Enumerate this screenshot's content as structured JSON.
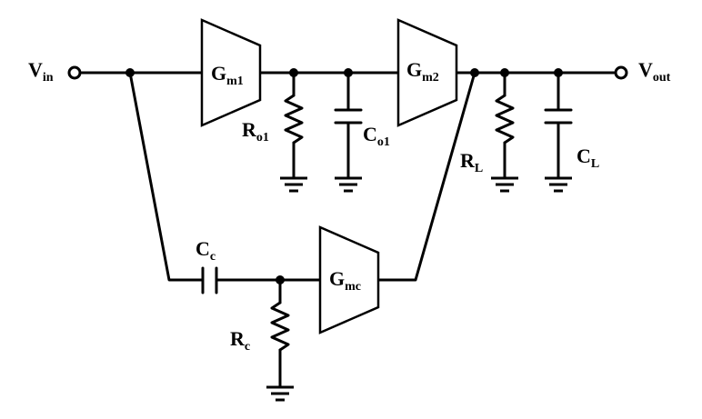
{
  "labels": {
    "vin": {
      "main": "V",
      "sub": "in"
    },
    "vout": {
      "main": "V",
      "sub": "out"
    },
    "gm1": {
      "main": "G",
      "sub": "m1"
    },
    "gm2": {
      "main": "G",
      "sub": "m2"
    },
    "gmc": {
      "main": "G",
      "sub": "mc"
    },
    "ro1": {
      "main": "R",
      "sub": "o1"
    },
    "co1": {
      "main": "C",
      "sub": "o1"
    },
    "rl": {
      "main": "R",
      "sub": "L"
    },
    "cl": {
      "main": "C",
      "sub": "L"
    },
    "cc": {
      "main": "C",
      "sub": "c"
    },
    "rc": {
      "main": "R",
      "sub": "c"
    }
  }
}
